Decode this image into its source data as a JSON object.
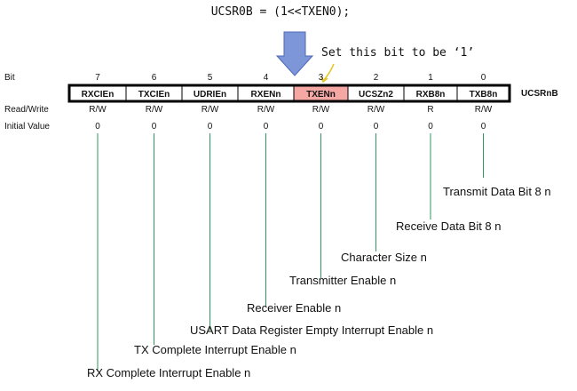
{
  "code_line": "UCSR0B = (1<<TXEN0);",
  "annotation": "Set this bit to be ‘1’",
  "register_name": "UCSRnB",
  "row_labels": {
    "bit": "Bit",
    "read_write": "Read/Write",
    "initial_value": "Initial Value"
  },
  "highlighted_bit": 3,
  "colors": {
    "highlight": "#f4a7a3",
    "green_line": "#2e9a5a",
    "arrow_fill": "#7d96d8",
    "arrow_stroke": "#4d68b8",
    "pointer": "#e6c21a"
  },
  "bits": [
    {
      "number": "7",
      "name": "RXCIEn",
      "rw": "R/W",
      "initial": "0",
      "description": "RX Complete Interrupt Enable n"
    },
    {
      "number": "6",
      "name": "TXCIEn",
      "rw": "R/W",
      "initial": "0",
      "description": "TX Complete Interrupt Enable n"
    },
    {
      "number": "5",
      "name": "UDRIEn",
      "rw": "R/W",
      "initial": "0",
      "description": "USART Data Register Empty Interrupt Enable n"
    },
    {
      "number": "4",
      "name": "RXENn",
      "rw": "R/W",
      "initial": "0",
      "description": "Receiver Enable n"
    },
    {
      "number": "3",
      "name": "TXENn",
      "rw": "R/W",
      "initial": "0",
      "description": "Transmitter Enable n"
    },
    {
      "number": "2",
      "name": "UCSZn2",
      "rw": "R/W",
      "initial": "0",
      "description": "Character Size n"
    },
    {
      "number": "1",
      "name": "RXB8n",
      "rw": "R",
      "initial": "0",
      "description": "Receive Data Bit 8 n"
    },
    {
      "number": "0",
      "name": "TXB8n",
      "rw": "R/W",
      "initial": "0",
      "description": "Transmit Data Bit 8 n"
    }
  ]
}
